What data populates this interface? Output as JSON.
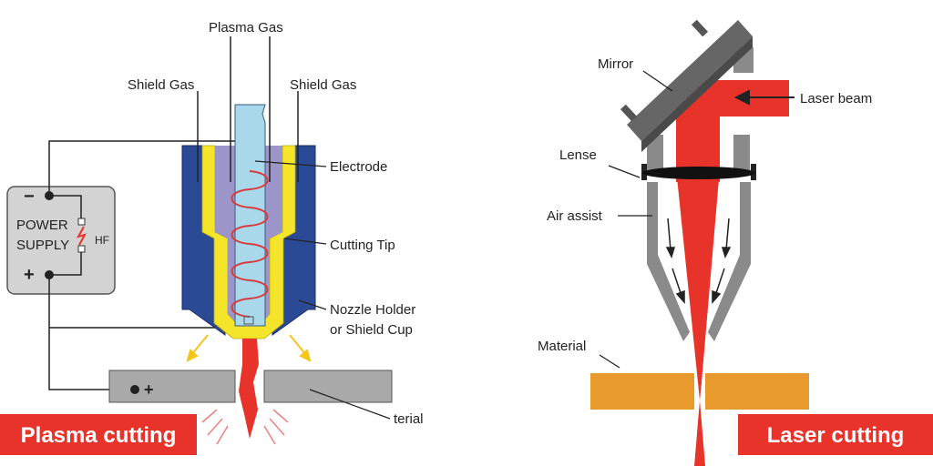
{
  "plasma": {
    "labels": {
      "plasma_gas": "Plasma Gas",
      "shield_gas_left": "Shield Gas",
      "shield_gas_right": "Shield Gas",
      "electrode": "Electrode",
      "cutting_tip": "Cutting Tip",
      "nozzle_holder_line1": "Nozzle Holder",
      "nozzle_holder_line2": "or Shield Cup",
      "material": "terial",
      "power_line1": "POWER",
      "power_line2": "SUPPLY",
      "hf": "HF",
      "minus": "−",
      "plus": "+",
      "work_plus": "+"
    },
    "banner": "Plasma cutting"
  },
  "laser": {
    "labels": {
      "mirror": "Mirror",
      "laser_beam": "Laser beam",
      "lense": "Lense",
      "air_assist": "Air assist",
      "material": "Material"
    },
    "banner": "Laser cutting"
  },
  "colors": {
    "banner": "#e8332a",
    "laser_red": "#e8332a",
    "nozzle_blue": "#2b4a96",
    "cutting_tip_yellow": "#f5e52a",
    "electrode_purple": "#9b95c9",
    "electrode_core": "#a8d8ea",
    "coil_red": "#d93a3a",
    "power_box": "#d3d3d3",
    "material_gray": "#a9a9a9",
    "laser_head_gray": "#8a8a8a",
    "mirror_gray": "#666666",
    "laser_material": "#e99a2c"
  }
}
